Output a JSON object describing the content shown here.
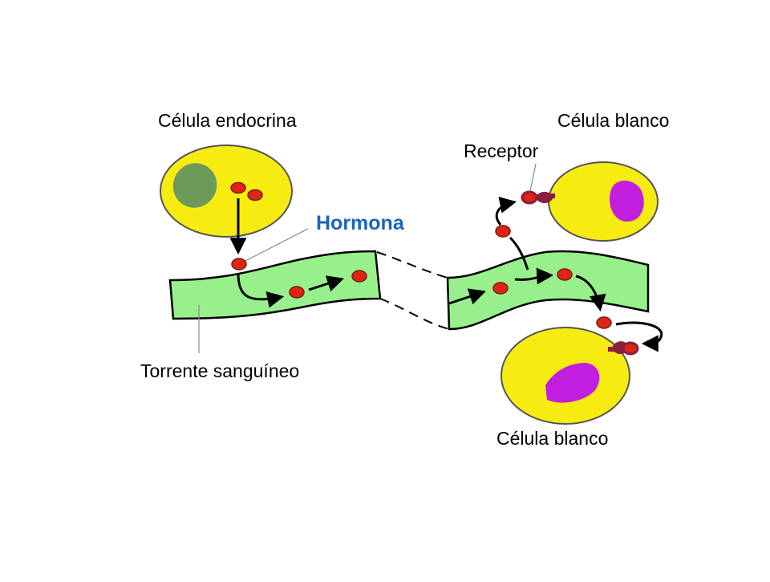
{
  "labels": {
    "endocrine_cell": "Célula endocrina",
    "hormone": "Hormona",
    "receptor": "Receptor",
    "target_cell_top": "Célula blanco",
    "target_cell_bottom": "Célula blanco",
    "bloodstream": "Torrente sanguíneo"
  },
  "colors": {
    "cell_fill": "#f7ec12",
    "endocrine_nucleus": "#6c9a5a",
    "target_nucleus": "#c21ee0",
    "vessel_fill": "#98f08c",
    "hormone": "#e02414",
    "receptor": "#8a1f3d",
    "hormone_label": "#1b63c2"
  }
}
